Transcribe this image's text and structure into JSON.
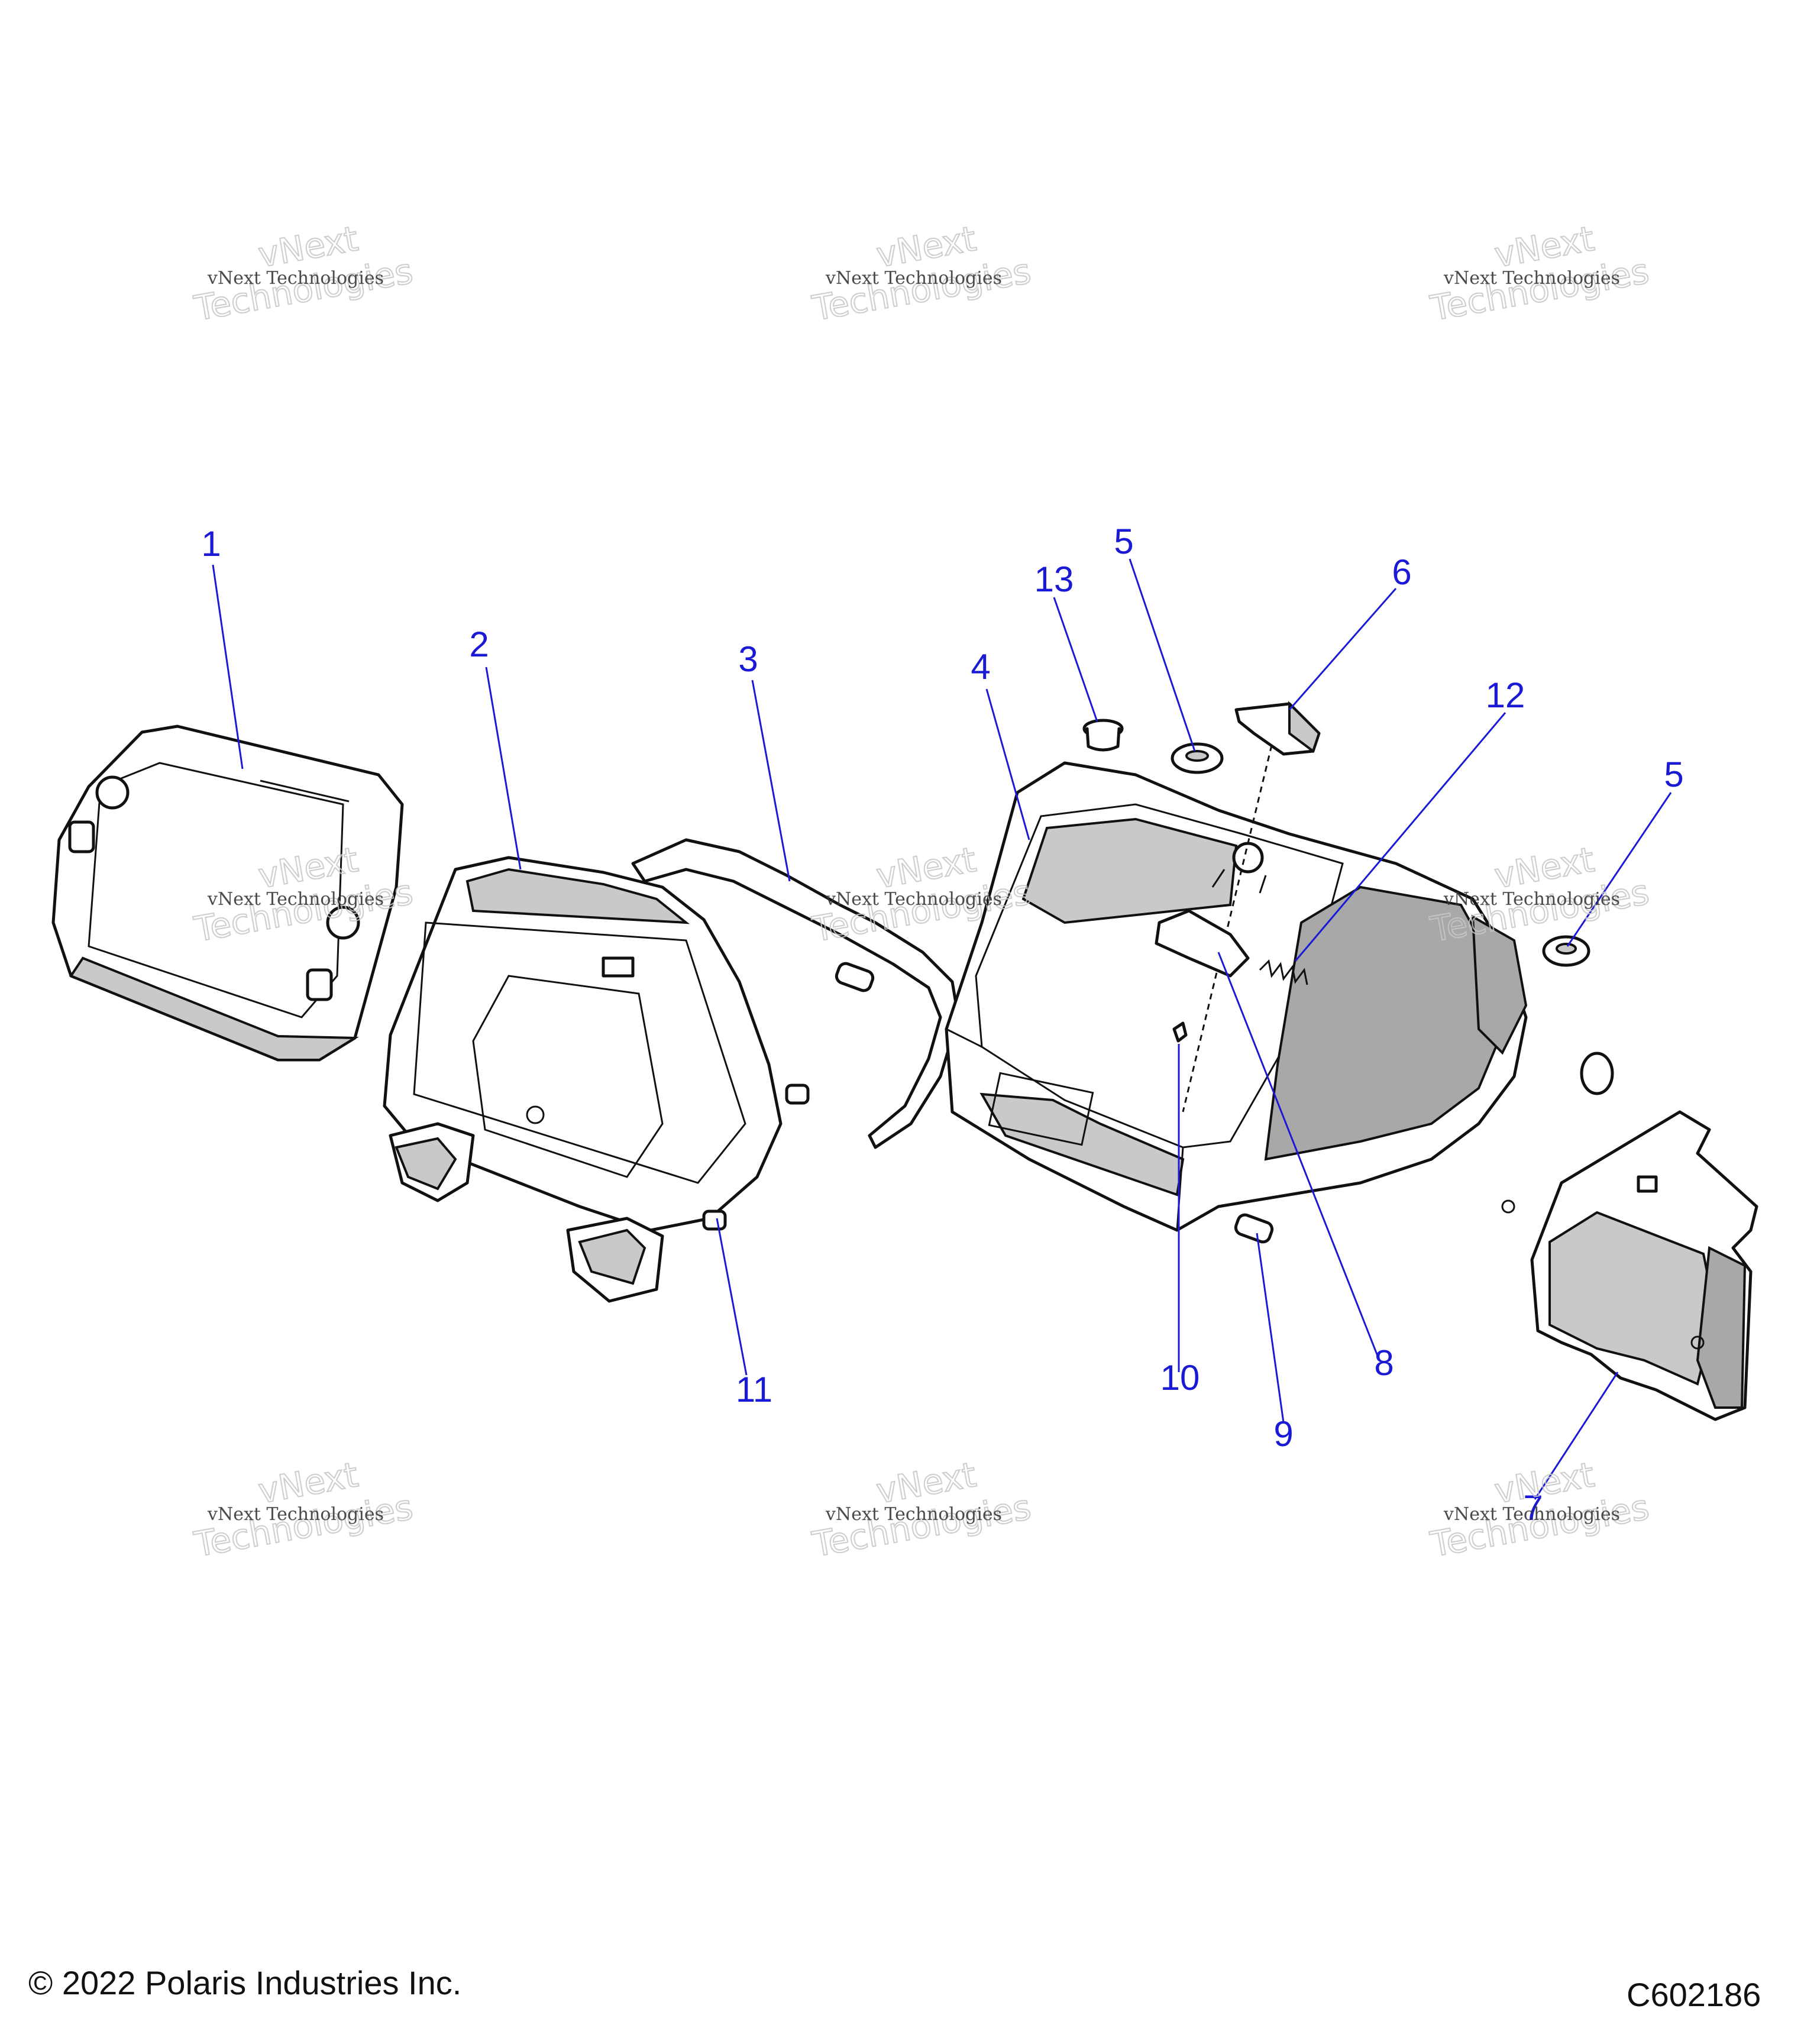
{
  "callouts": [
    {
      "label": "1"
    },
    {
      "label": "2"
    },
    {
      "label": "3"
    },
    {
      "label": "4"
    },
    {
      "label": "5"
    },
    {
      "label": "6"
    },
    {
      "label": "12"
    },
    {
      "label": "13"
    },
    {
      "label": "5"
    },
    {
      "label": "7"
    },
    {
      "label": "8"
    },
    {
      "label": "9"
    },
    {
      "label": "10"
    },
    {
      "label": "11"
    }
  ],
  "watermark": {
    "line1": "vNext Technologies",
    "line2a": "vNext",
    "line2b": "Technologies"
  },
  "footer": {
    "copyright": "© 2022 Polaris Industries Inc.",
    "diagram_code": "C602186"
  }
}
